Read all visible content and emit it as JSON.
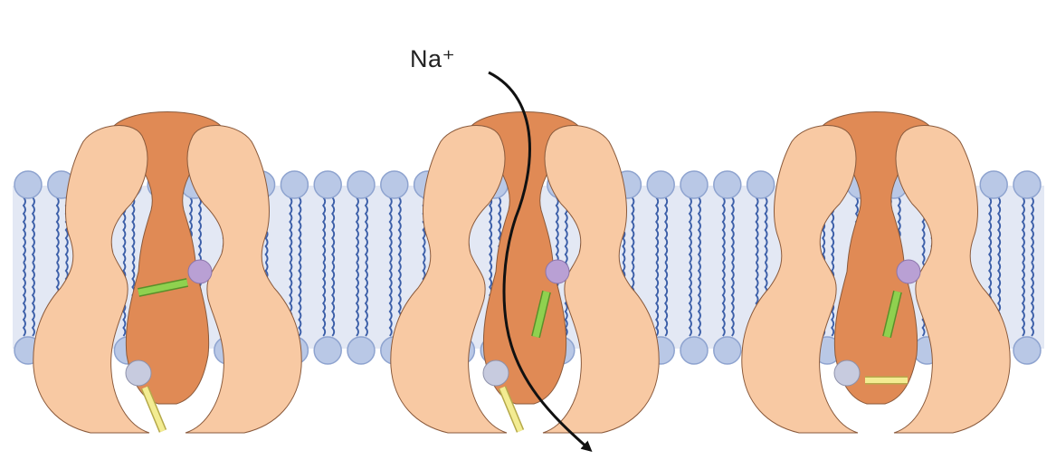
{
  "figure": {
    "ion_label": "Na⁺",
    "channel_states": [
      "closed",
      "open",
      "inactivated"
    ],
    "colors": {
      "background": "#ffffff",
      "lipid_head": "#b9c8e6",
      "lipid_head_edge": "#8ea3cf",
      "lipid_tail": "#3b5ea8",
      "membrane_fill": "#e3e8f4",
      "protein_outer": "#f8c9a3",
      "protein_core": "#e08a55",
      "protein_edge": "#8a5a3c",
      "gate_purple": "#b9a0d4",
      "gate_gray": "#c7cbdf",
      "voltage_sensor": "#8fd14f",
      "inactivation_gate": "#f3ec92",
      "ion_arrow": "#111111"
    }
  }
}
